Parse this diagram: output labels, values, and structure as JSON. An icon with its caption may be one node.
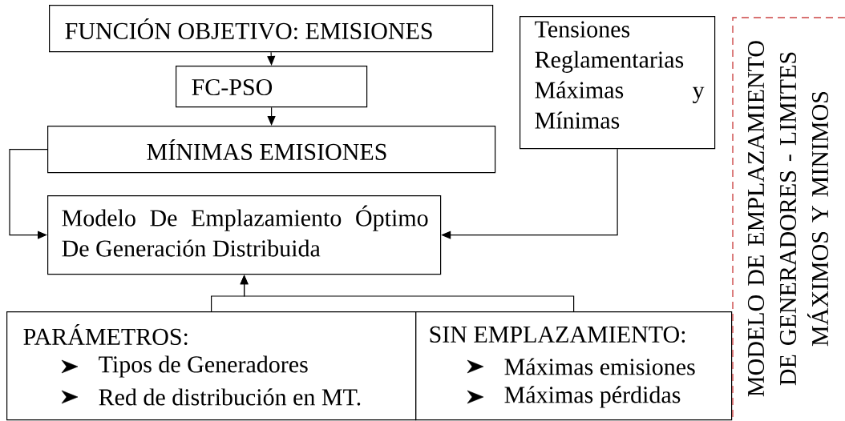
{
  "diagram": {
    "nodes": [
      {
        "text": [
          "FUNCIÓN OBJETIVO: EMISIONES"
        ]
      },
      {
        "text": [
          "FC-PSO"
        ]
      },
      {
        "text": [
          "MÍNIMAS EMISIONES"
        ]
      },
      {
        "text": [
          "Modelo De Emplazamiento Óptimo De Generación Distribuida"
        ]
      },
      {
        "text": [
          "Tensiones Reglamentarias Máximas y Mínimas"
        ]
      },
      {
        "text": [
          "PARÁMETROS:",
          "Tipos de Generadores",
          "Red de distribución en MT."
        ]
      },
      {
        "text": [
          "SIN EMPLAZAMIENTO:",
          "Máximas emisiones",
          "Máximas pérdidas"
        ]
      },
      {
        "text": [
          "MODELO DE EMPLAZAMIENTO DE GENERADORES - LIMITES MÁXIMOS Y MINIMOS"
        ]
      }
    ],
    "edges": [
      {
        "from": 0,
        "to": 1,
        "arrow": "to"
      },
      {
        "from": 1,
        "to": 2,
        "arrow": "to"
      },
      {
        "from": 2,
        "to": 3,
        "arrow": "to"
      },
      {
        "from": 4,
        "to": 3,
        "arrow": "to"
      },
      {
        "from": 5,
        "to": 3,
        "arrow": "to"
      },
      {
        "from": 6,
        "to": 3,
        "arrow": "to"
      }
    ]
  }
}
